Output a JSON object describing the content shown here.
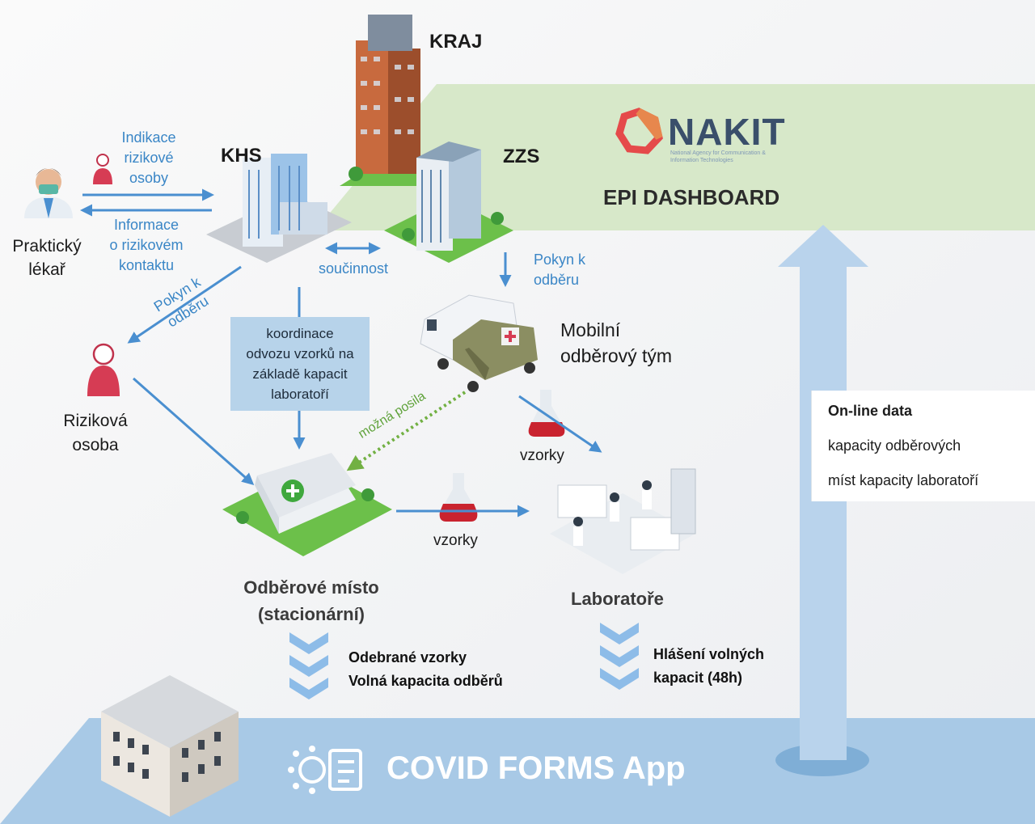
{
  "kraj": "KRAJ",
  "khs": "KHS",
  "zzs": "ZZS",
  "nakit": {
    "logo_text": "NAKIT",
    "logo_sub": "National Agency for Communication & Information Technologies",
    "dashboard": "EPI DASHBOARD"
  },
  "practical_doctor": {
    "line1": "Praktický",
    "line2": "lékař"
  },
  "indikace": [
    "Indikace",
    "rizikové",
    "osoby"
  ],
  "informace": [
    "Informace",
    "o rizikovém",
    "kontaktu"
  ],
  "soucinnost": "součinnost",
  "pokyn_zzs": [
    "Pokyn k",
    "odběru"
  ],
  "pokyn_khs": [
    "Pokyn k",
    "odběru"
  ],
  "koordinace": [
    "koordinace",
    "odvozu vzorků na",
    "základě kapacit",
    "laboratoří"
  ],
  "mobile_team": [
    "Mobilní",
    "odběrový tým"
  ],
  "mozna_posila": "možná posila",
  "risk_person": [
    "Riziková",
    "osoba"
  ],
  "vzorky_1": "vzorky",
  "vzorky_2": "vzorky",
  "sampling_place": [
    "Odběrové místo",
    "(stacionární)"
  ],
  "laboratories": "Laboratoře",
  "online": {
    "title": "On-line data",
    "line2": "kapacity odběrových",
    "line3": "míst kapacity laboratoří"
  },
  "odebrane": [
    "Odebrané vzorky",
    "Volná kapacita odběrů"
  ],
  "hlaseni": [
    "Hlášení volných",
    "kapacit (48h)"
  ],
  "app_title": "COVID FORMS App",
  "colors": {
    "arrow_blue": "#4a8fd0",
    "label_blue": "#3a86c6",
    "dashboard_green": "#d7e8c9",
    "platform_blue": "#a8c9e6",
    "dotted_green": "#72b043",
    "nakit_red": "#e54a4a",
    "nakit_blue": "#3a4f6b"
  }
}
